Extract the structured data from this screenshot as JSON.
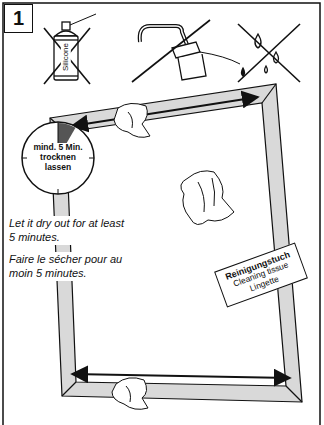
{
  "diagram": {
    "nodes": [
      {
        "text": [
          "1"
        ]
      },
      {
        "text": [
          "mind. 5 Min. trocknen lassen"
        ]
      },
      {
        "text": [
          "Reinigungstuch",
          "Cleaning tissue",
          "Lingette"
        ]
      }
    ],
    "labels": [
      "Silicone",
      "Let it dry out for at least 5 minutes.",
      "Faire le sécher pour au moin 5 minutes."
    ]
  }
}
